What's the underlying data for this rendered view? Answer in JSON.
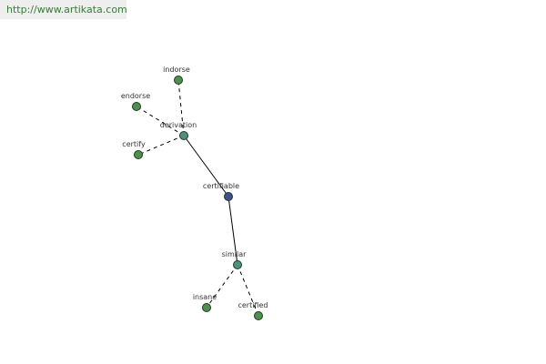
{
  "banner": {
    "url_text": "http://www.artikata.com"
  },
  "colors": {
    "edge": "#000000",
    "node_stroke": "#1f3a1f",
    "node_default": "#4f8f4f",
    "node_hub": "#4f8f80",
    "node_center": "#3f4f8f"
  },
  "graph": {
    "nodes": [
      {
        "id": "indorse",
        "label": "indorse",
        "kind": "leaf"
      },
      {
        "id": "endorse",
        "label": "endorse",
        "kind": "leaf"
      },
      {
        "id": "derivation",
        "label": "derivation",
        "kind": "hub"
      },
      {
        "id": "certify",
        "label": "certify",
        "kind": "leaf"
      },
      {
        "id": "certifiable",
        "label": "certifiable",
        "kind": "center"
      },
      {
        "id": "similar",
        "label": "similar",
        "kind": "hub"
      },
      {
        "id": "insane",
        "label": "insane",
        "kind": "leaf"
      },
      {
        "id": "certified",
        "label": "certified",
        "kind": "leaf"
      }
    ],
    "edges": [
      {
        "from": "derivation",
        "to": "indorse",
        "style": "dashed"
      },
      {
        "from": "derivation",
        "to": "endorse",
        "style": "dashed"
      },
      {
        "from": "derivation",
        "to": "certify",
        "style": "dashed"
      },
      {
        "from": "certifiable",
        "to": "derivation",
        "style": "solid"
      },
      {
        "from": "certifiable",
        "to": "similar",
        "style": "solid"
      },
      {
        "from": "similar",
        "to": "insane",
        "style": "dashed"
      },
      {
        "from": "similar",
        "to": "certified",
        "style": "dashed"
      }
    ]
  }
}
